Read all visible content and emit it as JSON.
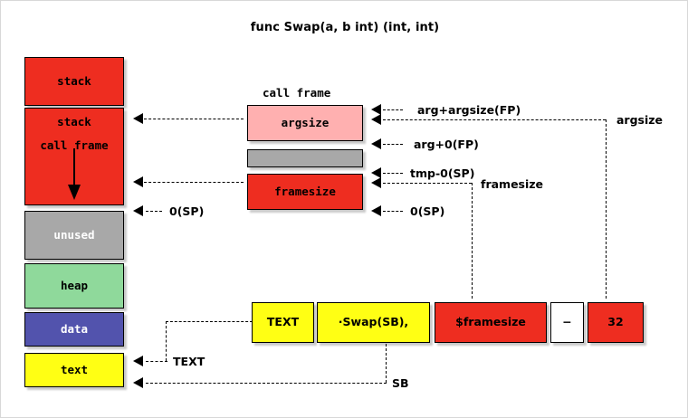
{
  "title": "func Swap(a, b int) (int, int)",
  "memory_column": {
    "name": "process-memory-layout",
    "segments": [
      {
        "label": "stack",
        "color": "#ee2d20"
      },
      {
        "label_top": "stack",
        "label_bottom": "call frame",
        "color": "#ee2d20",
        "has_down_arrow": true
      },
      {
        "label": "unused",
        "color": "#a8a8a8"
      },
      {
        "label": "heap",
        "color": "#8fd99b"
      },
      {
        "label": "data",
        "color": "#5253ad"
      },
      {
        "label": "text",
        "color": "#ffff14"
      }
    ]
  },
  "call_frame": {
    "heading": "call frame",
    "boxes": [
      {
        "label": "argsize",
        "color": "#ffb0b0"
      },
      {
        "label": "",
        "color": "#a8a8a8"
      },
      {
        "label": "framesize",
        "color": "#ee2d20"
      }
    ]
  },
  "annotations": {
    "arg_plus_argsize_fp": "arg+argsize(FP)",
    "arg_plus_0_fp": "arg+0(FP)",
    "tmp_0_sp": "tmp-0(SP)",
    "zero_sp_right": "0(SP)",
    "zero_sp_left": "0(SP)",
    "framesize_bracket": "framesize",
    "argsize_bracket": "argsize",
    "text_label": "TEXT",
    "sb_label": "SB"
  },
  "asm_line": {
    "name": "text-directive",
    "cells": [
      {
        "text": "TEXT",
        "color": "#ffff14"
      },
      {
        "text": "·Swap(SB),",
        "color": "#ffff14"
      },
      {
        "text": "$framesize",
        "color": "#ee2d20"
      },
      {
        "text": "−",
        "color": "#ffffff"
      },
      {
        "text": "32",
        "color": "#ee2d20"
      }
    ]
  }
}
